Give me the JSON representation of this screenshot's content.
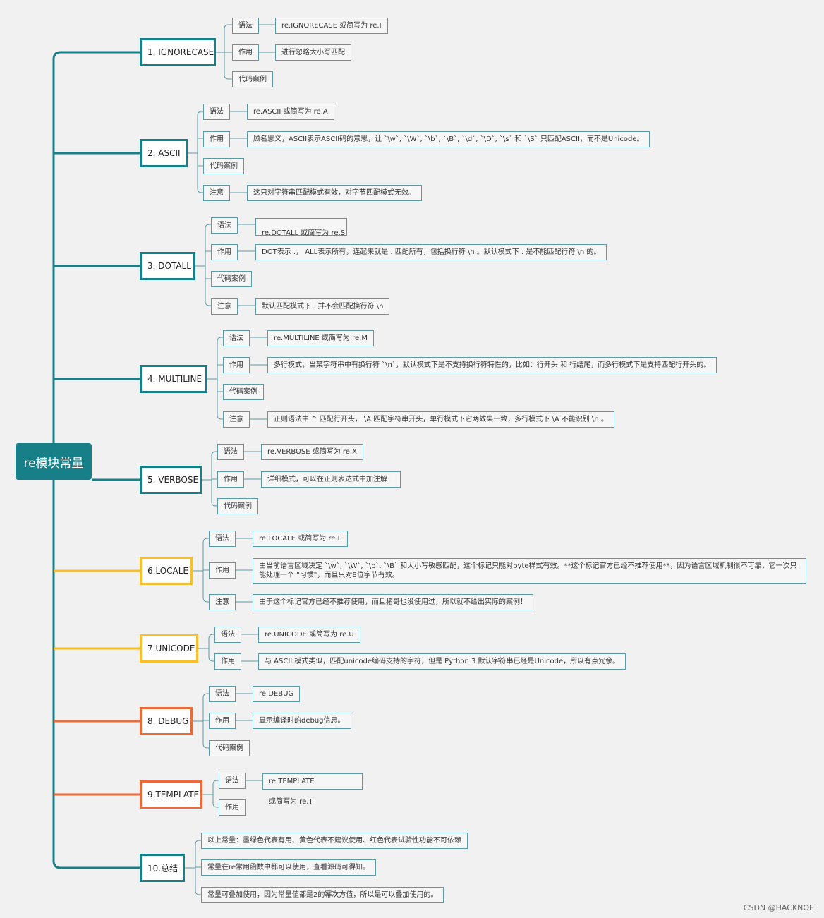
{
  "root": "re模块常量",
  "branches": {
    "ignorecase": {
      "title": "1. IGNORECASE",
      "syntax_label": "语法",
      "syntax": "re.IGNORECASE 或简写为 re.I",
      "use_label": "作用",
      "use": "进行忽略大小写匹配",
      "example_label": "代码案例"
    },
    "ascii": {
      "title": "2. ASCII",
      "syntax_label": "语法",
      "syntax": "re.ASCII 或简写为 re.A",
      "use_label": "作用",
      "use": "顾名思义，ASCII表示ASCII码的意思，让 `\\w`, `\\W`, `\\b`, `\\B`, `\\d`, `\\D`, `\\s` 和 `\\S` 只匹配ASCII，而不是Unicode。",
      "example_label": "代码案例",
      "note_label": "注意",
      "note": "这只对字符串匹配模式有效，对字节匹配模式无效。"
    },
    "dotall": {
      "title": "3. DOTALL",
      "syntax_label": "语法",
      "syntax": "re.DOTALL 或简写为 re.S",
      "use_label": "作用",
      "use": "DOT表示 .， ALL表示所有，连起来就是 . 匹配所有，包括换行符 \\n 。默认模式下 . 是不能匹配行符 \\n 的。",
      "example_label": "代码案例",
      "note_label": "注意",
      "note": "默认匹配模式下 . 并不会匹配换行符 \\n"
    },
    "multiline": {
      "title": "4. MULTILINE",
      "syntax_label": "语法",
      "syntax": "re.MULTILINE 或简写为 re.M",
      "use_label": "作用",
      "use": "多行模式，当某字符串中有换行符 `\\n`，默认模式下是不支持换行符特性的，比如：行开头 和 行结尾，而多行模式下是支持匹配行开头的。",
      "example_label": "代码案例",
      "note_label": "注意",
      "note": "正则语法中 ^ 匹配行开头， \\A 匹配字符串开头，单行模式下它两效果一致，多行模式下 \\A 不能识别 \\n 。"
    },
    "verbose": {
      "title": "5. VERBOSE",
      "syntax_label": "语法",
      "syntax": "re.VERBOSE 或简写为 re.X",
      "use_label": "作用",
      "use": "详细模式，可以在正则表达式中加注解！",
      "example_label": "代码案例"
    },
    "locale": {
      "title": "6.LOCALE",
      "syntax_label": "语法",
      "syntax": "re.LOCALE 或简写为 re.L",
      "use_label": "作用",
      "use": "由当前语言区域决定 `\\w`, `\\W`, `\\b`, `\\B` 和大小写敏感匹配，这个标记只能对byte样式有效。**这个标记官方已经不推荐使用**，因为语言区域机制很不可靠，它一次只能处理一个 \"习惯\"，而且只对8位字节有效。",
      "note_label": "注意",
      "note": "由于这个标记官方已经不推荐使用，而且猪哥也没使用过，所以就不给出实际的案例！"
    },
    "unicode": {
      "title": "7.UNICODE",
      "syntax_label": "语法",
      "syntax": "re.UNICODE 或简写为 re.U",
      "use_label": "作用",
      "use": "与 ASCII 模式类似，匹配unicode编码支持的字符，但是 Python 3 默认字符串已经是Unicode，所以有点冗余。"
    },
    "debug": {
      "title": "8. DEBUG",
      "syntax_label": "语法",
      "syntax": "re.DEBUG",
      "use_label": "作用",
      "use": "显示编译时的debug信息。",
      "example_label": "代码案例"
    },
    "template": {
      "title": "9.TEMPLATE",
      "syntax_label": "语法",
      "syntax": "re.TEMPLATE",
      "syntax_extra": "或简写为 re.T",
      "use_label": "作用"
    },
    "summary": {
      "title": "10.总结",
      "items": [
        "以上常量：墨绿色代表有用、黄色代表不建议使用、红色代表试验性功能不可依赖",
        "常量在re常用函数中都可以使用，查看源码可得知。",
        "常量可叠加使用，因为常量值都是2的幂次方值，所以是可以叠加使用的。"
      ]
    }
  },
  "colors": {
    "teal": "#177f88",
    "yellow": "#f6bf2e",
    "red": "#ea6a3c",
    "sub_border": "#5b9aa8"
  },
  "watermark": "CSDN @HACKNOE"
}
